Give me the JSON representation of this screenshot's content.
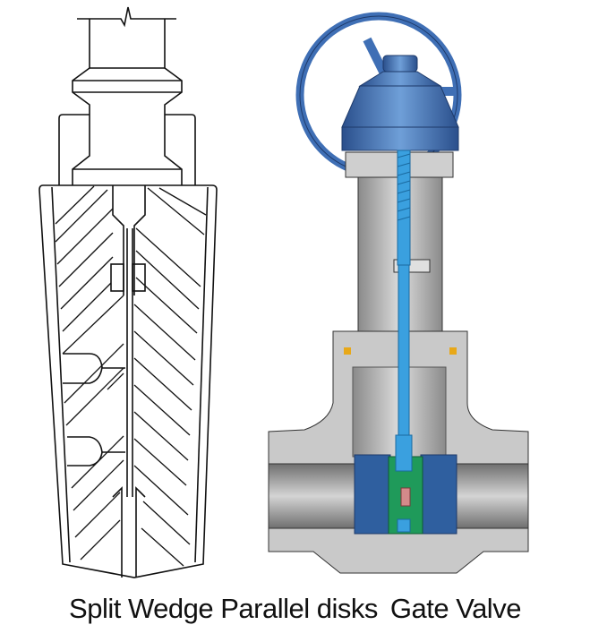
{
  "figure": {
    "caption_left": "Split Wedge Parallel disks",
    "caption_right": "Gate Valve",
    "left_panel": "split-wedge-parallel-disks-cross-section",
    "right_panel": "gate-valve-cutaway",
    "colors": {
      "handwheel_blue": "#3f6fb5",
      "stem_blue": "#3aa0df",
      "body_gray": "#c9c9c9",
      "bore_gray": "#8e8e8e",
      "disk_green": "#1f9a5a",
      "seat_blue": "#2f5f9f",
      "gasket_orange": "#e8a818",
      "line_black": "#111111"
    }
  }
}
